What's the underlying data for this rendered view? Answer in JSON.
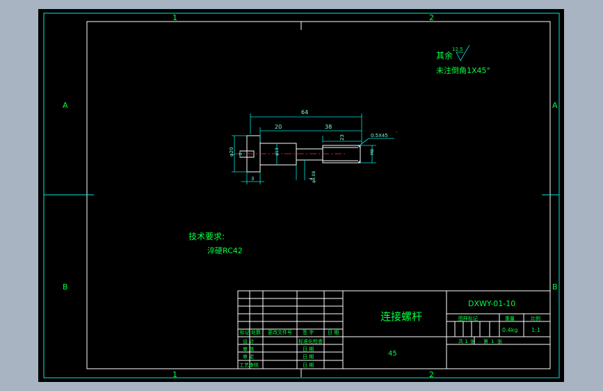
{
  "zones": {
    "top": [
      "1",
      "2"
    ],
    "bottom": [
      "1",
      "2"
    ],
    "left": [
      "A",
      "B"
    ],
    "right": [
      "A",
      "B"
    ]
  },
  "roughness": {
    "prefix": "其余",
    "value": "12.5"
  },
  "chamfer_note": "未注倒角1X45°",
  "tech_req": {
    "title": "技术要求:",
    "items": [
      "淬硬RC42"
    ]
  },
  "dimensions": {
    "overall_length": "64",
    "segment_a": "20",
    "segment_b": "38",
    "thread_len": "23",
    "chamfer": "0.5X45",
    "flange_dia": "φ20",
    "flange_thk": "3",
    "bore": "2",
    "body_dia": "φ13",
    "undercut": "4",
    "neck_dia": "φ8.08",
    "thread": "M8"
  },
  "title_block": {
    "part_name": "连接螺杆",
    "drawing_no": "DXWY-01-10",
    "material": "45",
    "header_cells": [
      "标记",
      "处数",
      "更改文件号",
      "签 字",
      "日 期"
    ],
    "left_rows": [
      [
        "设 计",
        "",
        "标准化检查"
      ],
      [
        "审 核",
        "",
        "日 期"
      ],
      [
        "审 定",
        "",
        "日 期"
      ],
      [
        "工艺审核",
        "",
        "日 期"
      ]
    ],
    "right_labels": [
      "图样标记",
      "重量",
      "比例"
    ],
    "weight": "0.4kg",
    "scale": "1:1",
    "sheet": [
      "共",
      "1",
      "张",
      "第",
      "1",
      "张"
    ]
  }
}
